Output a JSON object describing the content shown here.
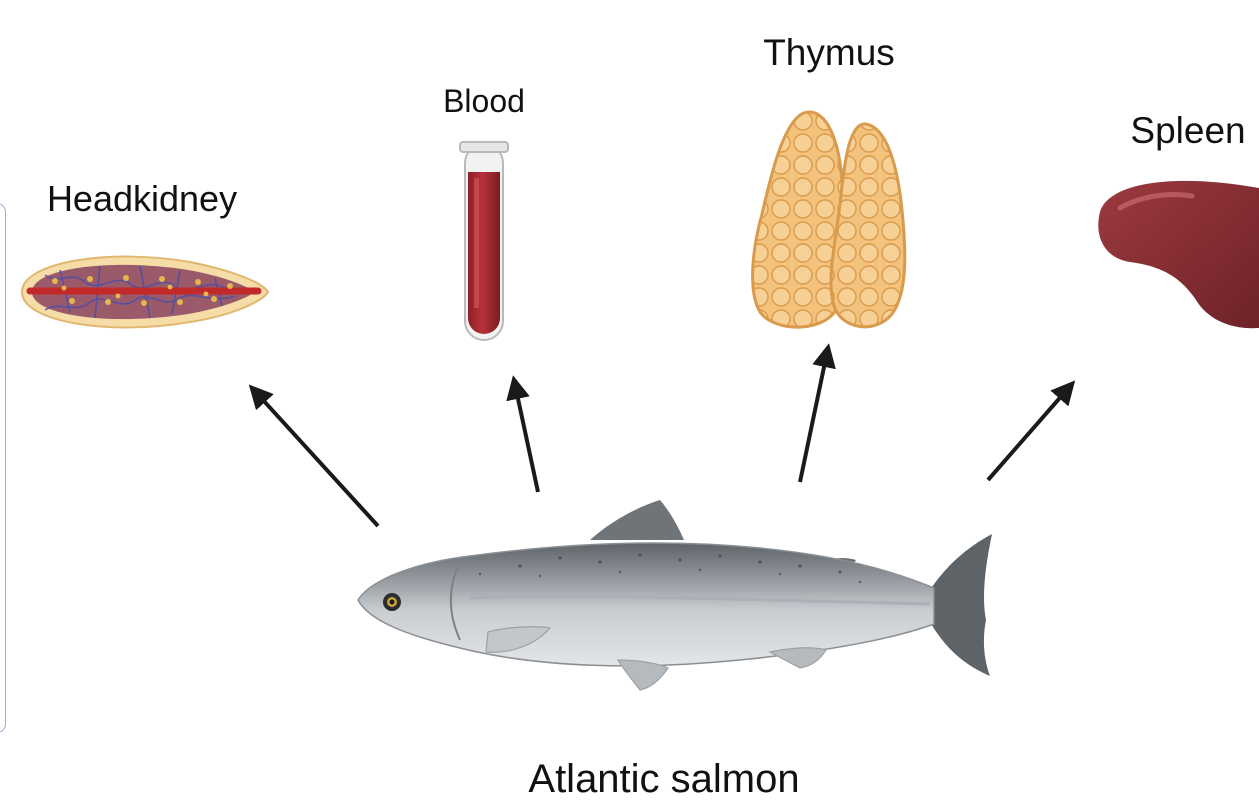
{
  "labels": {
    "headkidney": "Headkidney",
    "blood": "Blood",
    "thymus": "Thymus",
    "spleen": "Spleen",
    "fish": "Atlantic salmon"
  },
  "colors": {
    "arrow": "#1a1a1a",
    "blood": "#a8282e",
    "thymus": "#f2c27e",
    "spleen": "#8a2f34",
    "headkidney_fill": "#9a5a6a",
    "headkidney_outline": "#f6dca6",
    "salmon_back": "#6f7479",
    "salmon_belly": "#d6d9dc",
    "panel_border": "#9ab3d4"
  },
  "icons": [
    "headkidney-organ-icon",
    "blood-tube-icon",
    "thymus-organ-icon",
    "spleen-organ-icon",
    "salmon-fish-icon"
  ]
}
